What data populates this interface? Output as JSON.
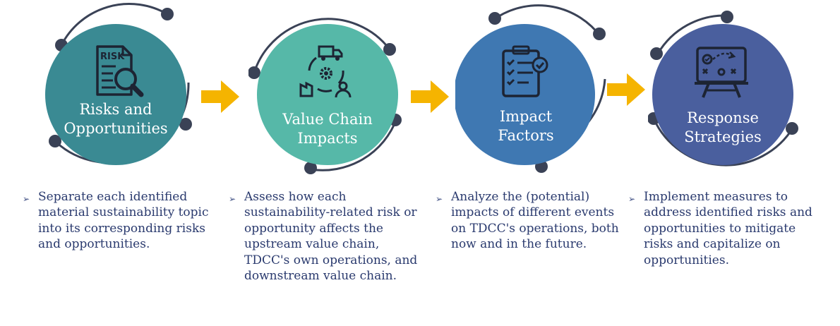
{
  "steps": [
    {
      "title_line1": "Risks and",
      "title_line2": "Opportunities",
      "icon": "risk-document-magnifier-icon",
      "color": "#3a8a93",
      "bullet": "Separate each identified material sustainability topic into its corresponding risks and opportunities."
    },
    {
      "title_line1": "Value Chain",
      "title_line2": "Impacts",
      "icon": "value-chain-cycle-icon",
      "color": "#56b8a8",
      "bullet": "Assess how each sustainability-related risk or opportunity affects the upstream value chain, TDCC's own operations, and downstream value chain."
    },
    {
      "title_line1": "Impact",
      "title_line2": "Factors",
      "icon": "checklist-clipboard-icon",
      "color": "#3f78b2",
      "bullet": "Analyze the (potential) impacts of different events on TDCC's operations, both now and in the future."
    },
    {
      "title_line1": "Response",
      "title_line2": "Strategies",
      "icon": "strategy-board-icon",
      "color": "#4a5f9e",
      "bullet": "Implement measures to address identified risks and opportunities to mitigate risks and capitalize on opportunities."
    }
  ],
  "colors": {
    "ring": "#3a4256",
    "arrow": "#f5b400",
    "text": "#2a3a6e"
  }
}
